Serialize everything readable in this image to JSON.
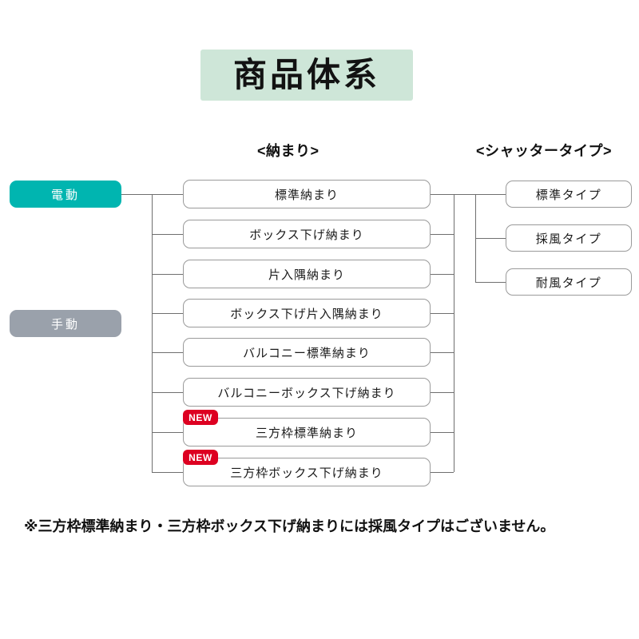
{
  "title": {
    "text": "商品体系"
  },
  "headers": {
    "osamari": "<納まり>",
    "shutter_type": "<シャッタータイプ>"
  },
  "categories": [
    {
      "label": "電動",
      "color": "#00b5b0"
    },
    {
      "label": "手動",
      "color": "#9aa1ab"
    }
  ],
  "osamari_items": [
    {
      "label": "標準納まり",
      "badge": null
    },
    {
      "label": "ボックス下げ納まり",
      "badge": null
    },
    {
      "label": "片入隅納まり",
      "badge": null
    },
    {
      "label": "ボックス下げ片入隅納まり",
      "badge": null
    },
    {
      "label": "バルコニー標準納まり",
      "badge": null
    },
    {
      "label": "バルコニーボックス下げ納まり",
      "badge": null
    },
    {
      "label": "三方枠標準納まり",
      "badge": "NEW"
    },
    {
      "label": "三方枠ボックス下げ納まり",
      "badge": "NEW"
    }
  ],
  "shutter_types": [
    {
      "label": "標準タイプ"
    },
    {
      "label": "採風タイプ"
    },
    {
      "label": "耐風タイプ"
    }
  ],
  "footnote": {
    "text": "※三方枠標準納まり・三方枠ボックス下げ納まりには採風タイプはございません。"
  },
  "colors": {
    "title_background": "#cee6d8",
    "electric_pill": "#00b5b0",
    "manual_pill": "#9aa1ab",
    "new_badge": "#dd0021",
    "line": "#6f6f6f",
    "box_border": "#9a9a9a"
  }
}
